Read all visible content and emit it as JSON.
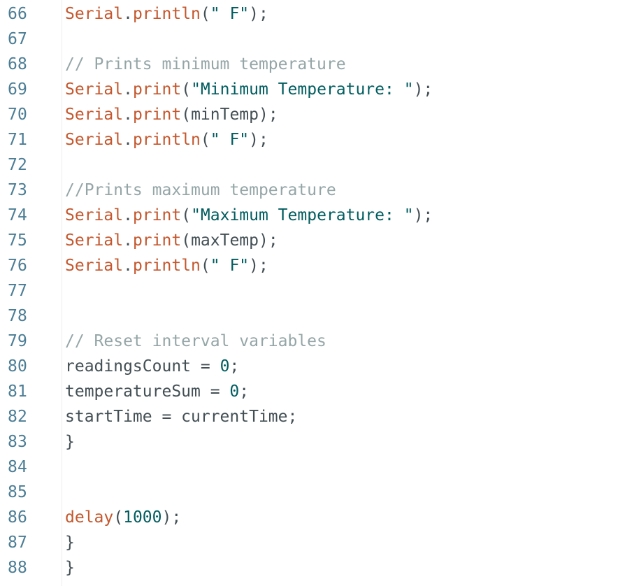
{
  "colors": {
    "line_number": "#4b7d95",
    "keyword_object": "#c4572d",
    "string": "#005c5f",
    "number": "#005c5f",
    "comment": "#95a5a6",
    "plain": "#434f54",
    "background": "#ffffff"
  },
  "lines": [
    {
      "num": "66",
      "tokens": [
        {
          "t": "obj",
          "v": "Serial"
        },
        {
          "t": "pun",
          "v": "."
        },
        {
          "t": "fn",
          "v": "println"
        },
        {
          "t": "pun",
          "v": "("
        },
        {
          "t": "str",
          "v": "\" F\""
        },
        {
          "t": "pun",
          "v": ");"
        }
      ]
    },
    {
      "num": "67",
      "tokens": []
    },
    {
      "num": "68",
      "tokens": [
        {
          "t": "cmt",
          "v": "// Prints minimum temperature"
        }
      ]
    },
    {
      "num": "69",
      "tokens": [
        {
          "t": "obj",
          "v": "Serial"
        },
        {
          "t": "pun",
          "v": "."
        },
        {
          "t": "fn",
          "v": "print"
        },
        {
          "t": "pun",
          "v": "("
        },
        {
          "t": "str",
          "v": "\"Minimum Temperature: \""
        },
        {
          "t": "pun",
          "v": ");"
        }
      ]
    },
    {
      "num": "70",
      "tokens": [
        {
          "t": "obj",
          "v": "Serial"
        },
        {
          "t": "pun",
          "v": "."
        },
        {
          "t": "fn",
          "v": "print"
        },
        {
          "t": "pun",
          "v": "("
        },
        {
          "t": "var",
          "v": "minTemp"
        },
        {
          "t": "pun",
          "v": ");"
        }
      ]
    },
    {
      "num": "71",
      "tokens": [
        {
          "t": "obj",
          "v": "Serial"
        },
        {
          "t": "pun",
          "v": "."
        },
        {
          "t": "fn",
          "v": "println"
        },
        {
          "t": "pun",
          "v": "("
        },
        {
          "t": "str",
          "v": "\" F\""
        },
        {
          "t": "pun",
          "v": ");"
        }
      ]
    },
    {
      "num": "72",
      "tokens": []
    },
    {
      "num": "73",
      "tokens": [
        {
          "t": "cmt",
          "v": "//Prints maximum temperature"
        }
      ]
    },
    {
      "num": "74",
      "tokens": [
        {
          "t": "obj",
          "v": "Serial"
        },
        {
          "t": "pun",
          "v": "."
        },
        {
          "t": "fn",
          "v": "print"
        },
        {
          "t": "pun",
          "v": "("
        },
        {
          "t": "str",
          "v": "\"Maximum Temperature: \""
        },
        {
          "t": "pun",
          "v": ");"
        }
      ]
    },
    {
      "num": "75",
      "tokens": [
        {
          "t": "obj",
          "v": "Serial"
        },
        {
          "t": "pun",
          "v": "."
        },
        {
          "t": "fn",
          "v": "print"
        },
        {
          "t": "pun",
          "v": "("
        },
        {
          "t": "var",
          "v": "maxTemp"
        },
        {
          "t": "pun",
          "v": ");"
        }
      ]
    },
    {
      "num": "76",
      "tokens": [
        {
          "t": "obj",
          "v": "Serial"
        },
        {
          "t": "pun",
          "v": "."
        },
        {
          "t": "fn",
          "v": "println"
        },
        {
          "t": "pun",
          "v": "("
        },
        {
          "t": "str",
          "v": "\" F\""
        },
        {
          "t": "pun",
          "v": ");"
        }
      ]
    },
    {
      "num": "77",
      "tokens": []
    },
    {
      "num": "78",
      "tokens": []
    },
    {
      "num": "79",
      "tokens": [
        {
          "t": "cmt",
          "v": "// Reset interval variables"
        }
      ]
    },
    {
      "num": "80",
      "tokens": [
        {
          "t": "var",
          "v": "readingsCount"
        },
        {
          "t": "pun",
          "v": " = "
        },
        {
          "t": "num",
          "v": "0"
        },
        {
          "t": "pun",
          "v": ";"
        }
      ]
    },
    {
      "num": "81",
      "tokens": [
        {
          "t": "var",
          "v": "temperatureSum"
        },
        {
          "t": "pun",
          "v": " = "
        },
        {
          "t": "num",
          "v": "0"
        },
        {
          "t": "pun",
          "v": ";"
        }
      ]
    },
    {
      "num": "82",
      "tokens": [
        {
          "t": "var",
          "v": "startTime"
        },
        {
          "t": "pun",
          "v": " = "
        },
        {
          "t": "var",
          "v": "currentTime"
        },
        {
          "t": "pun",
          "v": ";"
        }
      ]
    },
    {
      "num": "83",
      "tokens": [
        {
          "t": "pun",
          "v": "}"
        }
      ]
    },
    {
      "num": "84",
      "tokens": []
    },
    {
      "num": "85",
      "tokens": []
    },
    {
      "num": "86",
      "tokens": [
        {
          "t": "fn",
          "v": "delay"
        },
        {
          "t": "pun",
          "v": "("
        },
        {
          "t": "num",
          "v": "1000"
        },
        {
          "t": "pun",
          "v": ");"
        }
      ]
    },
    {
      "num": "87",
      "tokens": [
        {
          "t": "pun",
          "v": "}"
        }
      ]
    },
    {
      "num": "88",
      "tokens": [
        {
          "t": "pun",
          "v": "}"
        }
      ]
    }
  ]
}
